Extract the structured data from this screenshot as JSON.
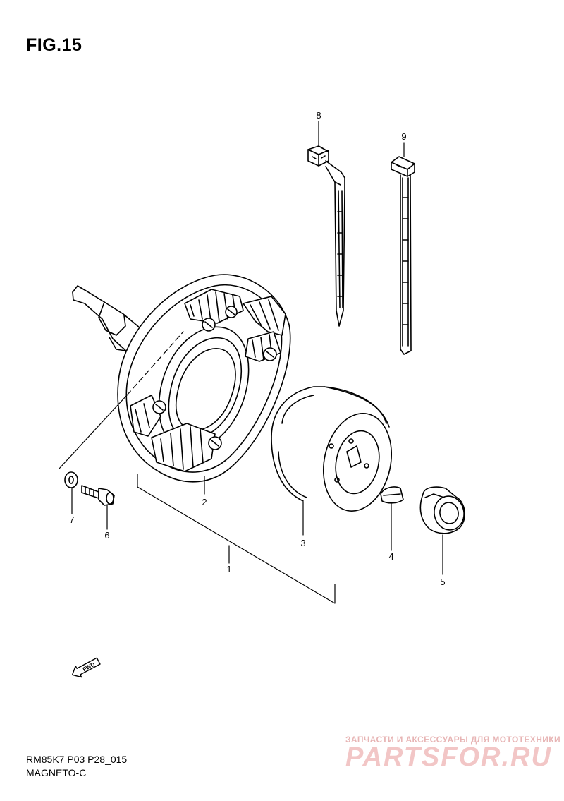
{
  "header": {
    "figure": "FIG.15"
  },
  "callouts": [
    {
      "id": "c1",
      "label": "1"
    },
    {
      "id": "c2",
      "label": "2"
    },
    {
      "id": "c3",
      "label": "3"
    },
    {
      "id": "c4",
      "label": "4"
    },
    {
      "id": "c5",
      "label": "5"
    },
    {
      "id": "c6",
      "label": "6"
    },
    {
      "id": "c7",
      "label": "7"
    },
    {
      "id": "c8",
      "label": "8"
    },
    {
      "id": "c9",
      "label": "9"
    }
  ],
  "fwd_label": "FWD",
  "footer": {
    "code": "RM85K7 P03 P28_015",
    "name": "MAGNETO-C"
  },
  "watermark": {
    "subtitle": "ЗАПЧАСТИ И АКСЕССУАРЫ ДЛЯ МОТОТЕХНИКИ",
    "logo": "PARTSFOR.RU"
  }
}
